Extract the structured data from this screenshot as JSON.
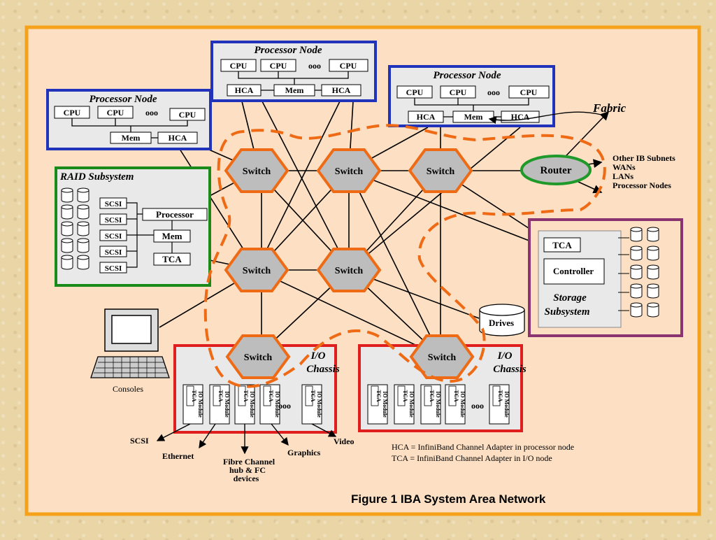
{
  "processor_nodes": [
    {
      "title": "Processor Node",
      "cpu": [
        "CPU",
        "CPU",
        "CPU"
      ],
      "ellipsis": "ooo",
      "hca": "HCA",
      "mem": "Mem",
      "hca2": "HCA"
    },
    {
      "title": "Processor Node",
      "cpu": [
        "CPU",
        "CPU",
        "CPU"
      ],
      "ellipsis": "ooo",
      "hca": "HCA",
      "mem": "Mem",
      "hca2": "HCA"
    },
    {
      "title": "Processor Node",
      "cpu": [
        "CPU",
        "CPU",
        "CPU"
      ],
      "ellipsis": "ooo",
      "mem": "Mem",
      "hca": "HCA"
    }
  ],
  "raid": {
    "title": "RAID Subsystem",
    "scsi": [
      "SCSI",
      "SCSI",
      "SCSI",
      "SCSI",
      "SCSI"
    ],
    "processor": "Processor",
    "mem": "Mem",
    "tca": "TCA"
  },
  "switch_label": "Switch",
  "router": "Router",
  "fabric": "Fabric",
  "subnets": [
    "Other IB Subnets",
    "WANs",
    "LANs",
    "Processor Nodes"
  ],
  "storage": {
    "tca": "TCA",
    "controller": "Controller",
    "title_1": "Storage",
    "title_2": "Subsystem"
  },
  "drives": "Drives",
  "consoles": "Consoles",
  "io_chassis": {
    "title_1": "I/O",
    "title_2": "Chassis",
    "tca": "TCA",
    "module": "IO Module",
    "ellipsis": "ooo"
  },
  "outputs": {
    "scsi": "SCSI",
    "ethernet": "Ethernet",
    "fibre_1": "Fibre Channel",
    "fibre_2": "hub & FC",
    "fibre_3": "devices",
    "graphics": "Graphics",
    "video": "Video"
  },
  "legend": [
    "HCA = InfiniBand Channel Adapter in processor node",
    "TCA = InfiniBand Channel Adapter in I/O node"
  ],
  "caption": "Figure 1  IBA System Area Network",
  "colors": {
    "frame": "#f5a21a",
    "panel": "#fde0c4",
    "processor_border": "#2233bb",
    "raid_border": "#1a8a1a",
    "storage_border": "#8a3570",
    "io_border": "#e01e1e",
    "switch_fill": "#bdbdbd",
    "switch_stroke": "#ee6a15",
    "router_border": "#1f9a2a",
    "dash": "#ee6a15"
  }
}
